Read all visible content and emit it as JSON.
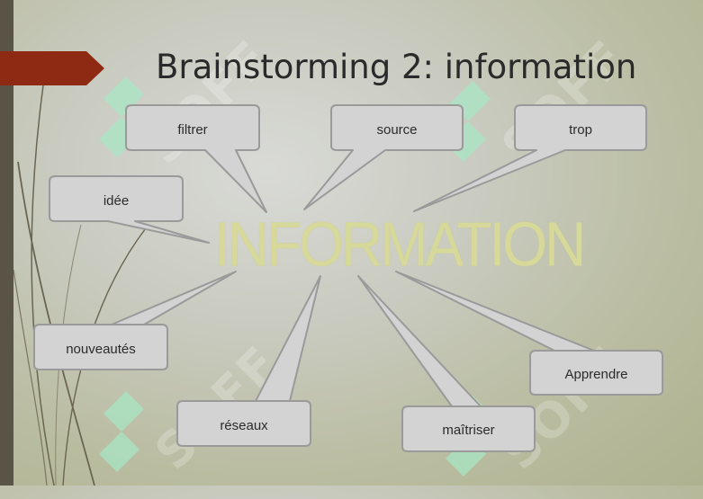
{
  "slide": {
    "title": "Brainstorming 2: information",
    "center_word": "INFORMATION",
    "watermark_text": "SOFF"
  },
  "bubbles": [
    {
      "id": "filtrer",
      "label": "filtrer"
    },
    {
      "id": "source",
      "label": "source"
    },
    {
      "id": "trop",
      "label": "trop"
    },
    {
      "id": "idee",
      "label": "idée"
    },
    {
      "id": "nouveautes",
      "label": "nouveautés"
    },
    {
      "id": "reseaux",
      "label": "réseaux"
    },
    {
      "id": "maitriser",
      "label": "maîtriser"
    },
    {
      "id": "apprendre",
      "label": "Apprendre"
    }
  ],
  "colors": {
    "accent_tab": "#8e2a14",
    "left_bar": "#5a5446",
    "bubble_fill": "#d3d3d3",
    "bubble_stroke": "#9a9a9a",
    "center_word": "#d6d99a",
    "watermark_logo": "#a8e6c4"
  }
}
